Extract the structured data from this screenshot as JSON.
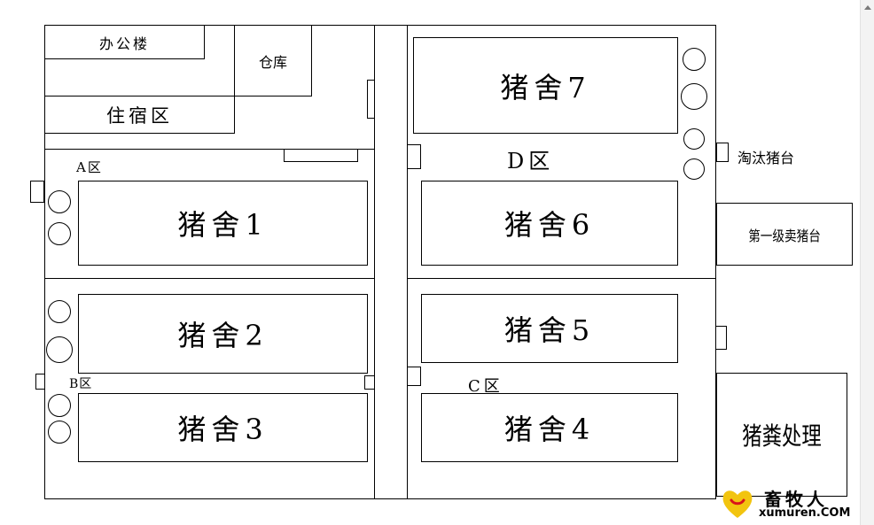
{
  "areas": {
    "office": "办公楼",
    "warehouse": "仓库",
    "dormitory": "住宿区",
    "zone_a": "A区",
    "zone_b": "B区",
    "zone_c": "C区",
    "zone_d": "D区",
    "cull_platform": "淘汰猪台",
    "sale_platform": "第一级卖猪台",
    "manure": "猪粪处理"
  },
  "houses": {
    "h1": "猪舍1",
    "h2": "猪舍2",
    "h3": "猪舍3",
    "h4": "猪舍4",
    "h5": "猪舍5",
    "h6": "猪舍6",
    "h7": "猪舍7"
  },
  "watermark": {
    "brand": "畜牧人",
    "site": "xumuren.COM"
  },
  "colors": {
    "line": "#000000",
    "background": "#ffffff",
    "logo_yellow": "#f2c40f",
    "logo_red": "#d8141a"
  }
}
